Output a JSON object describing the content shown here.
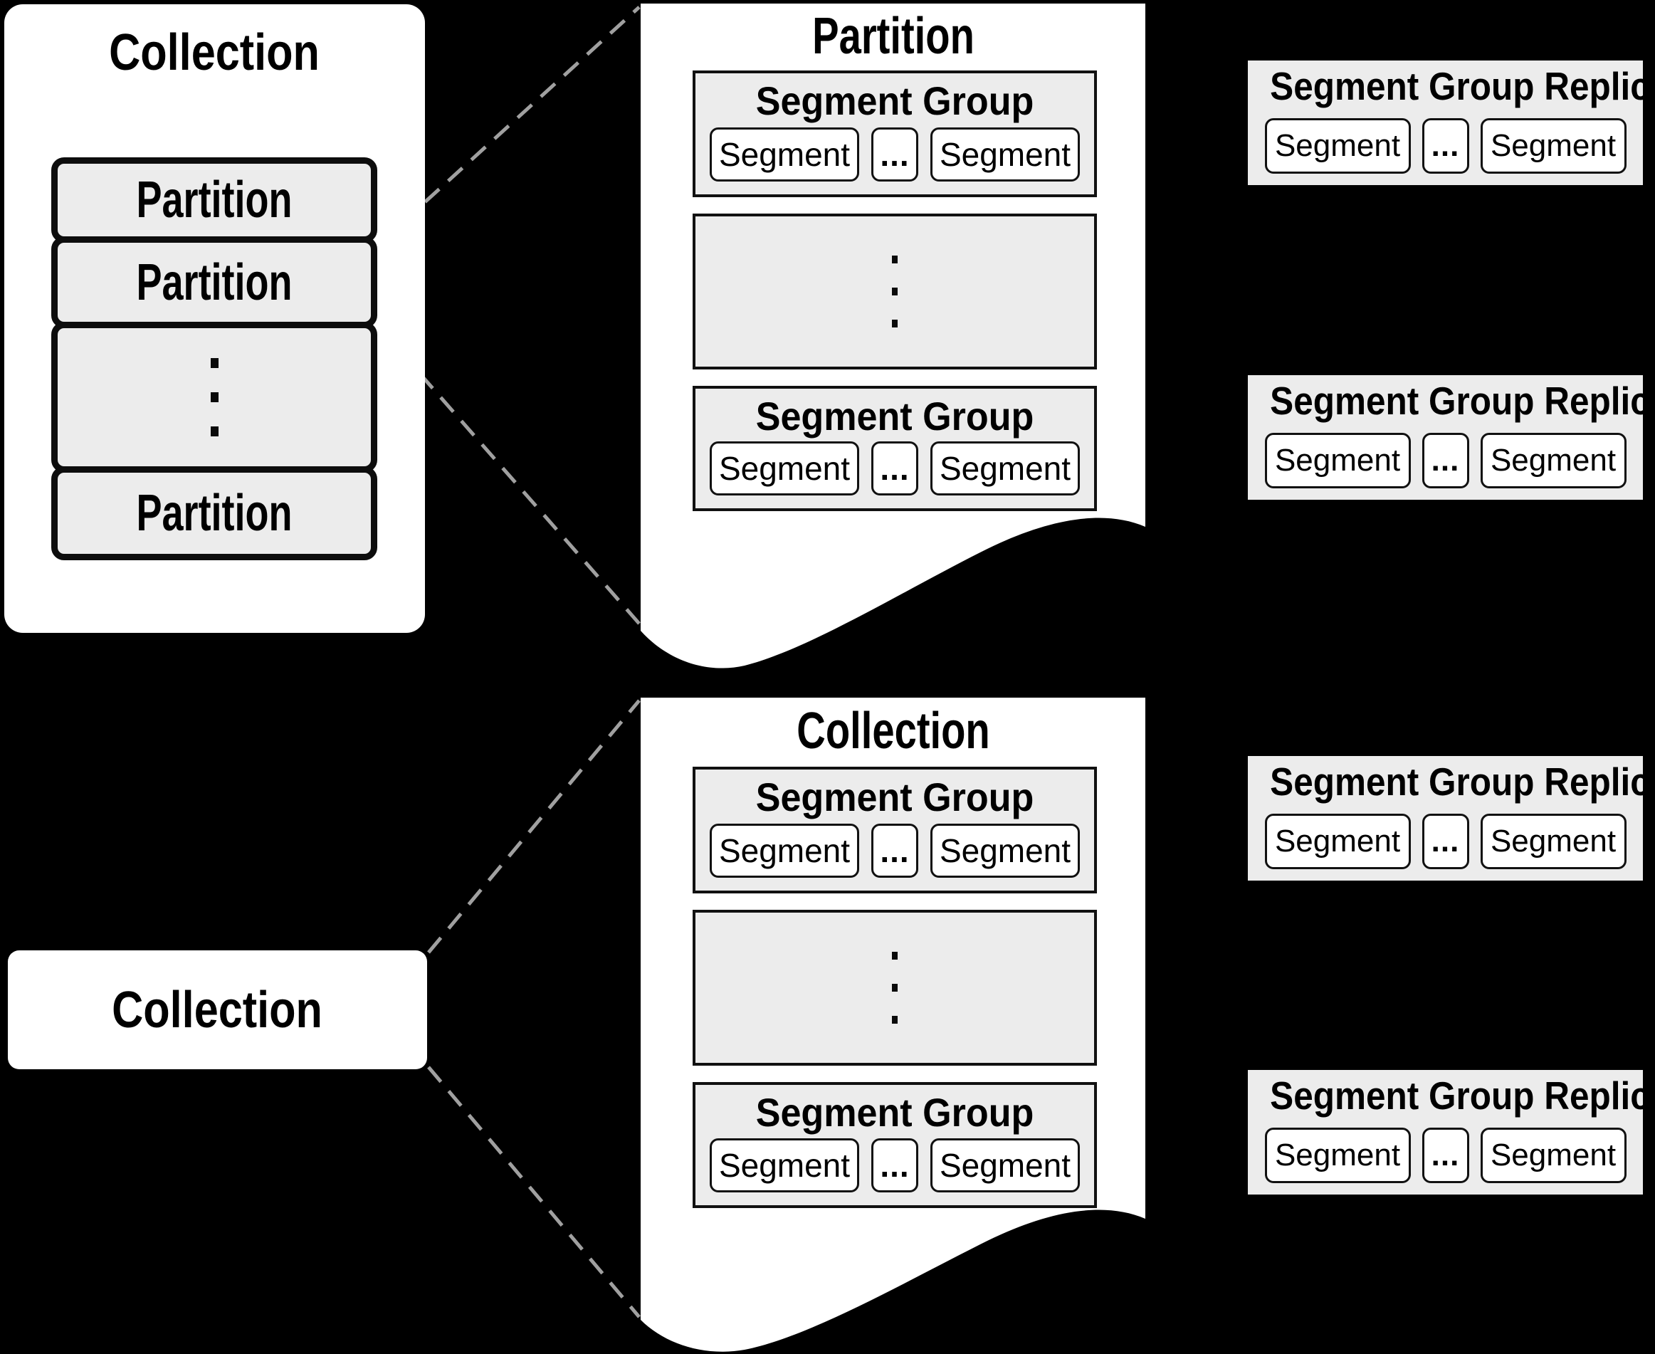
{
  "colors": {
    "background": "#000000",
    "panel_white": "#ffffff",
    "box_fill": "#ececec",
    "border_dark": "#111111",
    "partition_border": "#0d0d0d",
    "dashed_line_gray": "#a0a0a0",
    "text": "#000000"
  },
  "top_left_collection": {
    "title": "Collection",
    "partitions": [
      {
        "label": "Partition"
      },
      {
        "label": "Partition"
      },
      {
        "label": "Partition"
      }
    ]
  },
  "bottom_left_collection": {
    "title": "Collection"
  },
  "top_document": {
    "title": "Partition",
    "segment_group_top": {
      "title": "Segment Group",
      "segment_left": "Segment",
      "ellipsis": "...",
      "segment_right": "Segment"
    },
    "segment_group_bottom": {
      "title": "Segment Group",
      "segment_left": "Segment",
      "ellipsis": "...",
      "segment_right": "Segment"
    }
  },
  "bottom_document": {
    "title": "Collection",
    "segment_group_top": {
      "title": "Segment Group",
      "segment_left": "Segment",
      "ellipsis": "...",
      "segment_right": "Segment"
    },
    "segment_group_bottom": {
      "title": "Segment Group",
      "segment_left": "Segment",
      "ellipsis": "...",
      "segment_right": "Segment"
    }
  },
  "replicas": [
    {
      "title": "Segment Group Replica",
      "segment_left": "Segment",
      "ellipsis": "...",
      "segment_right": "Segment"
    },
    {
      "title": "Segment Group Replica",
      "segment_left": "Segment",
      "ellipsis": "...",
      "segment_right": "Segment"
    },
    {
      "title": "Segment Group Replica",
      "segment_left": "Segment",
      "ellipsis": "...",
      "segment_right": "Segment"
    },
    {
      "title": "Segment Group Replica",
      "segment_left": "Segment",
      "ellipsis": "...",
      "segment_right": "Segment"
    }
  ]
}
